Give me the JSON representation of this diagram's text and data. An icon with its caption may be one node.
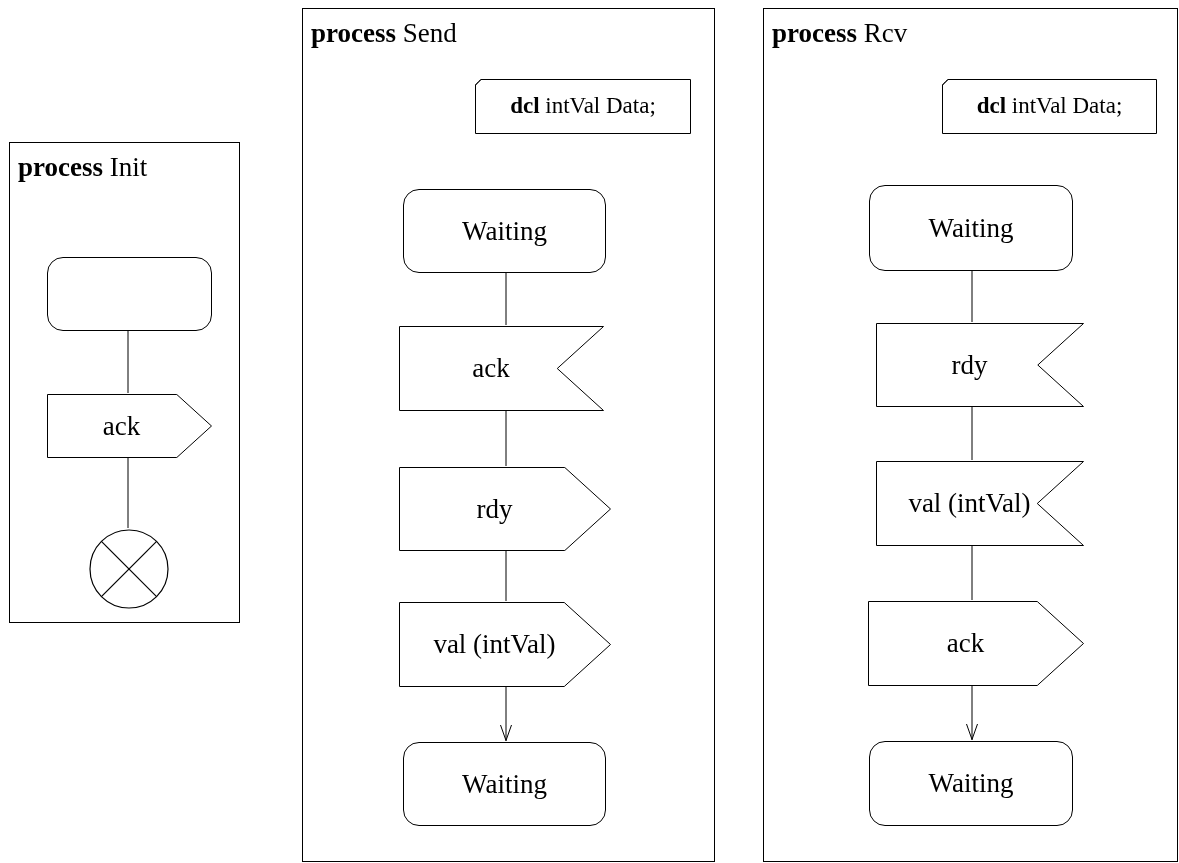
{
  "diagram": {
    "nodes": [
      {
        "text": [
          "**process** Init"
        ]
      },
      {
        "text": [],
        "shape": "box",
        "in": 0
      },
      {
        "text": [
          "ack"
        ],
        "in": 0
      },
      {
        "text": [],
        "shape": "circle",
        "in": 0
      },
      {
        "text": [
          "**process** Send"
        ]
      },
      {
        "text": [
          "**dcl** intVal Data;"
        ],
        "in": 4
      },
      {
        "text": [
          "Waiting"
        ],
        "in": 4
      },
      {
        "text": [
          "ack"
        ],
        "in": 4
      },
      {
        "text": [
          "rdy"
        ],
        "in": 4
      },
      {
        "text": [
          "val (intVal)"
        ],
        "in": 4
      },
      {
        "text": [
          "Waiting"
        ],
        "in": 4
      },
      {
        "text": [
          "**process** Rcv"
        ]
      },
      {
        "text": [
          "**dcl** intVal Data;"
        ],
        "in": 11
      },
      {
        "text": [
          "Waiting"
        ],
        "in": 11
      },
      {
        "text": [
          "rdy"
        ],
        "in": 11
      },
      {
        "text": [
          "val (intVal)"
        ],
        "in": 11
      },
      {
        "text": [
          "ack"
        ],
        "in": 11
      },
      {
        "text": [
          "Waiting"
        ],
        "in": 11
      }
    ],
    "edges": [
      {
        "from": 1,
        "to": 2,
        "arrow": "none"
      },
      {
        "from": 2,
        "to": 3,
        "arrow": "none"
      },
      {
        "from": 6,
        "to": 7,
        "arrow": "none"
      },
      {
        "from": 7,
        "to": 8,
        "arrow": "none"
      },
      {
        "from": 8,
        "to": 9,
        "arrow": "none"
      },
      {
        "from": 9,
        "to": 10,
        "arrow": "to"
      },
      {
        "from": 13,
        "to": 14,
        "arrow": "none"
      },
      {
        "from": 14,
        "to": 15,
        "arrow": "none"
      },
      {
        "from": 15,
        "to": 16,
        "arrow": "none"
      },
      {
        "from": 16,
        "to": 17,
        "arrow": "to"
      }
    ]
  }
}
